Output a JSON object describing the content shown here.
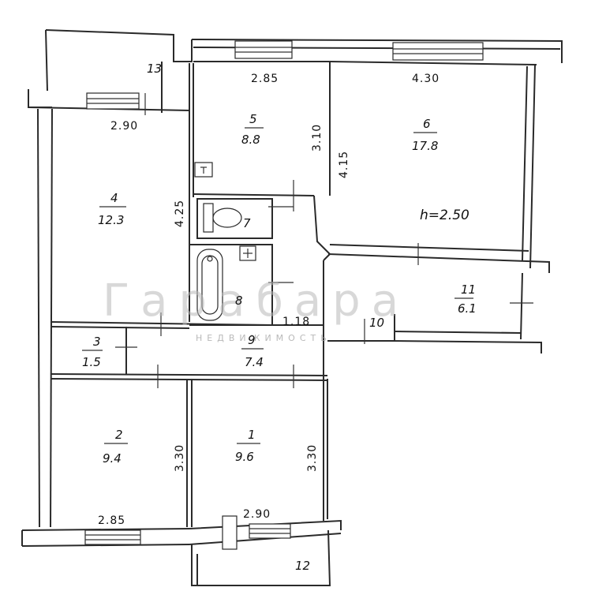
{
  "rooms": [
    {
      "id": "room-1",
      "number": "1",
      "area": "9.6"
    },
    {
      "id": "room-2",
      "number": "2",
      "area": "9.4"
    },
    {
      "id": "room-3",
      "number": "3",
      "area": "1.5"
    },
    {
      "id": "room-4",
      "number": "4",
      "area": "12.3"
    },
    {
      "id": "room-5",
      "number": "5",
      "area": "8.8"
    },
    {
      "id": "room-6",
      "number": "6",
      "area": "17.8"
    },
    {
      "id": "room-7",
      "number": "7",
      "area": ""
    },
    {
      "id": "room-8",
      "number": "8",
      "area": ""
    },
    {
      "id": "room-9",
      "number": "9",
      "area": "7.4"
    },
    {
      "id": "room-10",
      "number": "10",
      "area": ""
    },
    {
      "id": "room-11",
      "number": "11",
      "area": "6.1"
    },
    {
      "id": "room-12",
      "number": "12",
      "area": ""
    },
    {
      "id": "room-13",
      "number": "13",
      "area": ""
    }
  ],
  "dimensions": {
    "room4_width": "2.90",
    "room4_depth": "4.25",
    "room5_width": "2.85",
    "room5_depth": "3.10",
    "room6_width": "4.30",
    "room6_depth": "4.15",
    "room2_width": "2.85",
    "room2_depth": "3.30",
    "room1_width": "2.90",
    "room1_depth": "3.30",
    "corridor": "1.18"
  },
  "ceiling_height": "h=2.50",
  "watermark": {
    "brand": "Гарабара",
    "subtitle": "НЕДВИЖИМОСТЬ"
  }
}
